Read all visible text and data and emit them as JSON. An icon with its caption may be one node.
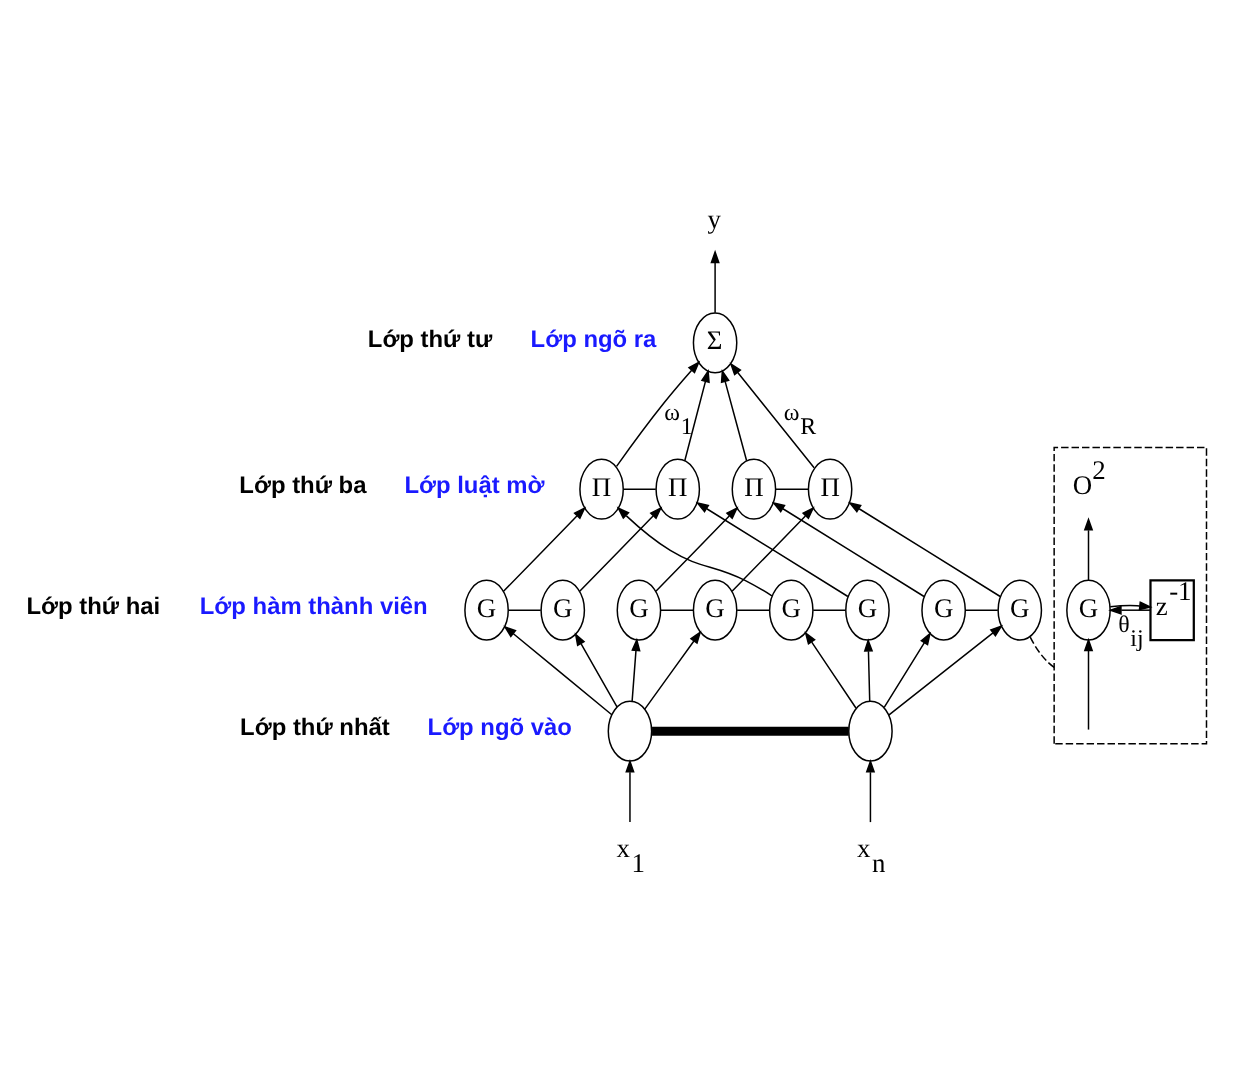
{
  "diagram": {
    "nodes": [
      {
        "text": [
          "y"
        ]
      },
      {
        "text": [
          "Σ"
        ]
      },
      {
        "text": [
          "Π"
        ]
      },
      {
        "text": [
          "Π"
        ]
      },
      {
        "text": [
          "Π"
        ]
      },
      {
        "text": [
          "Π"
        ]
      },
      {
        "text": [
          "G"
        ]
      },
      {
        "text": [
          "G"
        ]
      },
      {
        "text": [
          "G"
        ]
      },
      {
        "text": [
          "G"
        ]
      },
      {
        "text": [
          "G"
        ]
      },
      {
        "text": [
          "G"
        ]
      },
      {
        "text": [
          "G"
        ]
      },
      {
        "text": [
          "G"
        ]
      },
      {
        "text": [],
        "shape": "circle"
      },
      {
        "text": [],
        "shape": "circle"
      },
      {
        "text": [
          "x$_{1}$"
        ]
      },
      {
        "text": [
          "x$_{n}$"
        ]
      },
      {
        "text": [],
        "shape": "box"
      },
      {
        "text": [
          "z$^{-1}$"
        ],
        "in": 18
      },
      {
        "text": [
          "G"
        ],
        "in": 18
      },
      {
        "text": [
          "O$^{2}$"
        ],
        "in": 18
      }
    ],
    "edges": [
      {
        "from": 1,
        "to": 0,
        "arrow": "to"
      },
      {
        "from": 2,
        "to": 1,
        "arrow": "to",
        "label": "ω$_{1}$"
      },
      {
        "from": 3,
        "to": 1,
        "arrow": "to"
      },
      {
        "from": 4,
        "to": 1,
        "arrow": "to"
      },
      {
        "from": 5,
        "to": 1,
        "arrow": "to",
        "label": "ω$_{R}$"
      },
      {
        "from": 2,
        "to": 3,
        "arrow": "none"
      },
      {
        "from": 4,
        "to": 5,
        "arrow": "none"
      },
      {
        "from": 6,
        "to": 2,
        "arrow": "to"
      },
      {
        "from": 7,
        "to": 3,
        "arrow": "to"
      },
      {
        "from": 8,
        "to": 4,
        "arrow": "to"
      },
      {
        "from": 9,
        "to": 5,
        "arrow": "to"
      },
      {
        "from": 10,
        "to": 2,
        "arrow": "to"
      },
      {
        "from": 11,
        "to": 3,
        "arrow": "to"
      },
      {
        "from": 12,
        "to": 4,
        "arrow": "to"
      },
      {
        "from": 13,
        "to": 5,
        "arrow": "to"
      },
      {
        "from": 6,
        "to": 7,
        "arrow": "none"
      },
      {
        "from": 8,
        "to": 9,
        "arrow": "none"
      },
      {
        "from": 9,
        "to": 10,
        "arrow": "none"
      },
      {
        "from": 10,
        "to": 11,
        "arrow": "none"
      },
      {
        "from": 12,
        "to": 13,
        "arrow": "none"
      },
      {
        "from": 14,
        "to": 6,
        "arrow": "to"
      },
      {
        "from": 14,
        "to": 7,
        "arrow": "to"
      },
      {
        "from": 14,
        "to": 8,
        "arrow": "to"
      },
      {
        "from": 14,
        "to": 9,
        "arrow": "to"
      },
      {
        "from": 15,
        "to": 10,
        "arrow": "to"
      },
      {
        "from": 15,
        "to": 11,
        "arrow": "to"
      },
      {
        "from": 15,
        "to": 12,
        "arrow": "to"
      },
      {
        "from": 15,
        "to": 13,
        "arrow": "to"
      },
      {
        "from": 14,
        "to": 15,
        "arrow": "none",
        "style": "thick"
      },
      {
        "from": 16,
        "to": 14,
        "arrow": "to"
      },
      {
        "from": 17,
        "to": 15,
        "arrow": "to"
      },
      {
        "from": 13,
        "to": 18,
        "arrow": "none",
        "style": "dashed"
      },
      {
        "from": 20,
        "to": 19,
        "arrow": "to"
      },
      {
        "from": 19,
        "to": 20,
        "arrow": "to",
        "label": "θ$_{ij}$"
      },
      {
        "from": null,
        "to": 20,
        "arrow": "to"
      },
      {
        "from": 20,
        "to": 21,
        "arrow": "to"
      }
    ],
    "labels": [
      "Lớp thứ tư",
      "Lớp ngõ ra",
      "Lớp thứ ba",
      "Lớp luật mờ",
      "Lớp thứ hai",
      "Lớp hàm thành viên",
      "Lớp thứ nhất",
      "Lớp ngõ vào"
    ]
  }
}
